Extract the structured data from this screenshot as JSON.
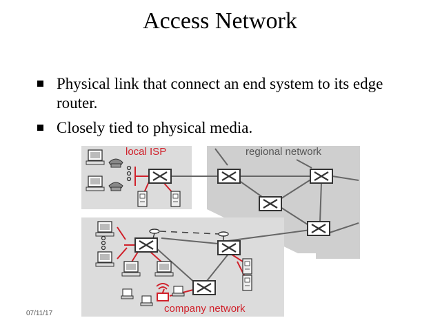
{
  "slide": {
    "title": "Access Network",
    "bullets": [
      "Physical link that connect an end system to its edge router.",
      "Closely tied to physical media."
    ],
    "date": "07/11/17"
  },
  "diagram": {
    "labels": {
      "local_isp": "local ISP",
      "regional_network": "regional network",
      "company_network": "company network"
    },
    "colors": {
      "accent_red": "#d0202a",
      "panel_gray": "#dcdcdc",
      "region_gray": "#cfcfcf",
      "link_gray": "#666666"
    }
  }
}
